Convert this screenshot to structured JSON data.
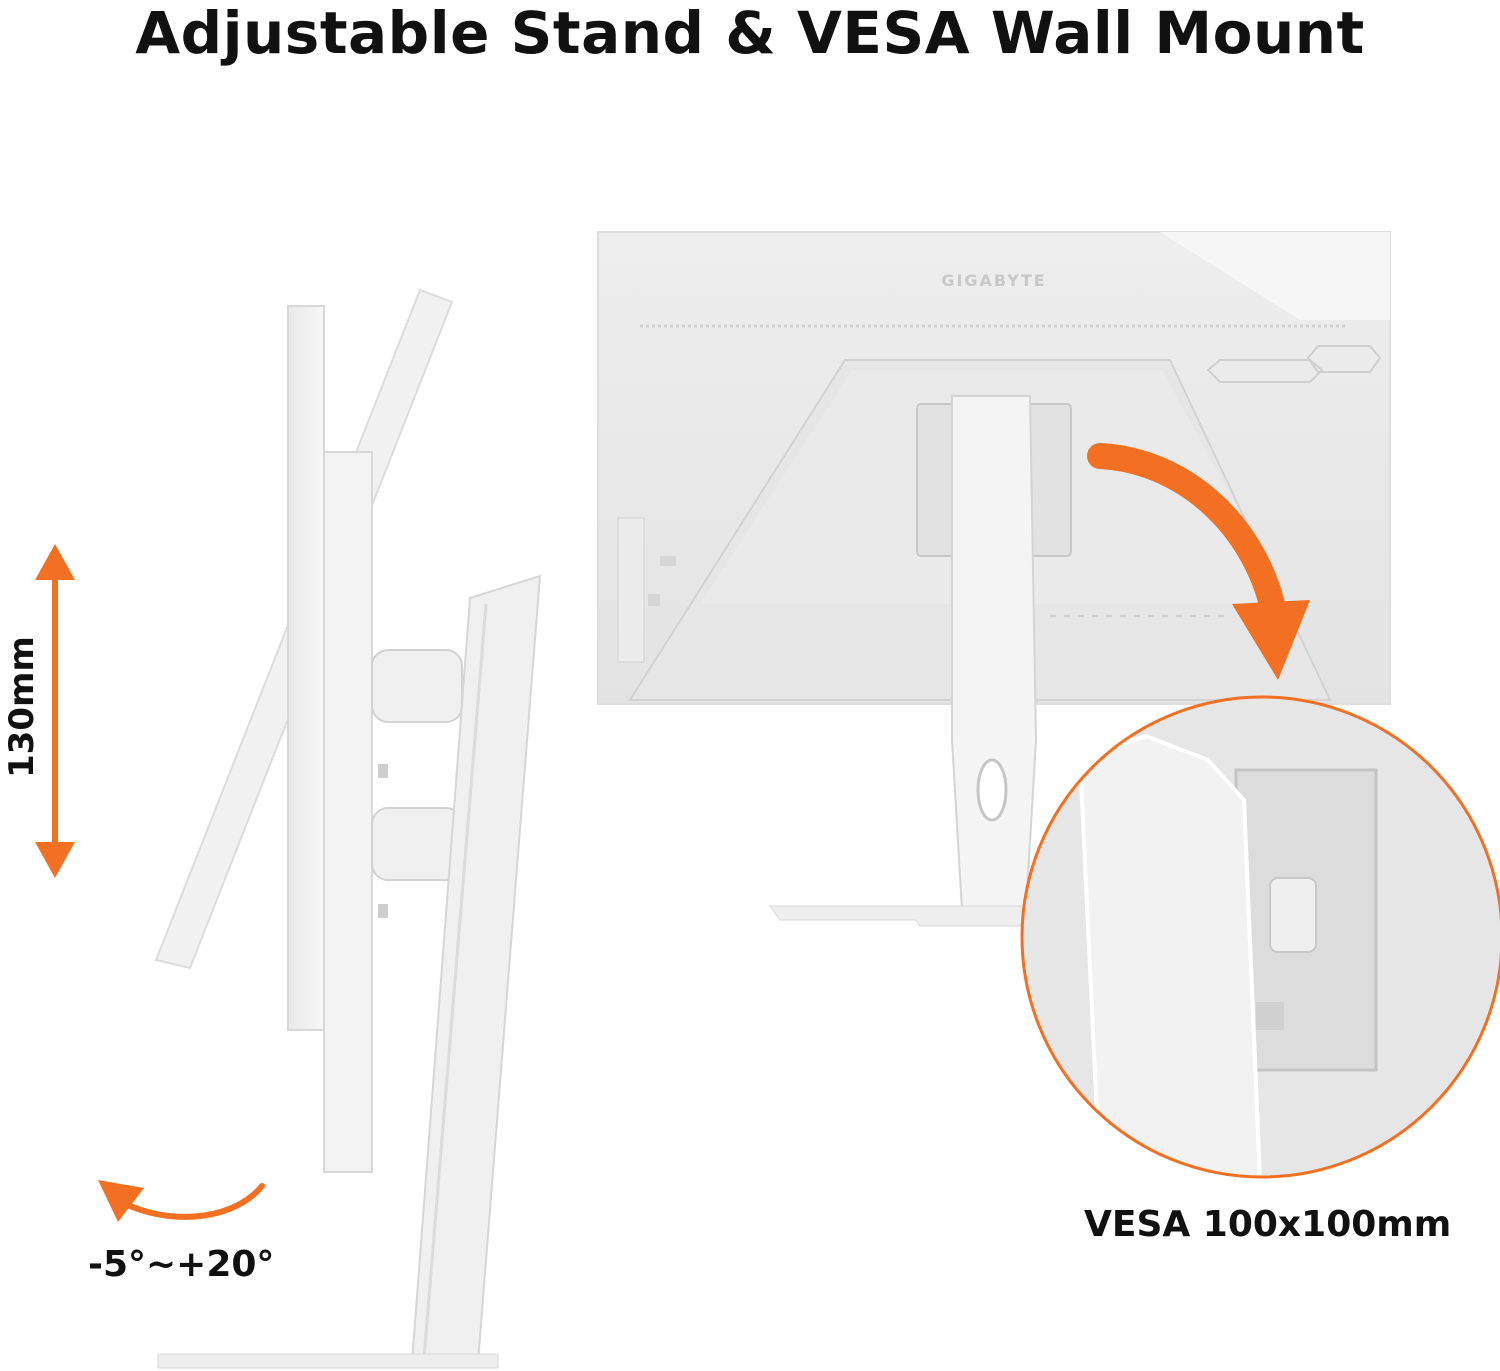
{
  "title": "Adjustable Stand & VESA Wall Mount",
  "height_adjust": "130mm",
  "tilt_range": "-5°~+20°",
  "vesa": "VESA 100x100mm",
  "brand_logo": "GIGABYTE",
  "accent_color": "#f36f21"
}
